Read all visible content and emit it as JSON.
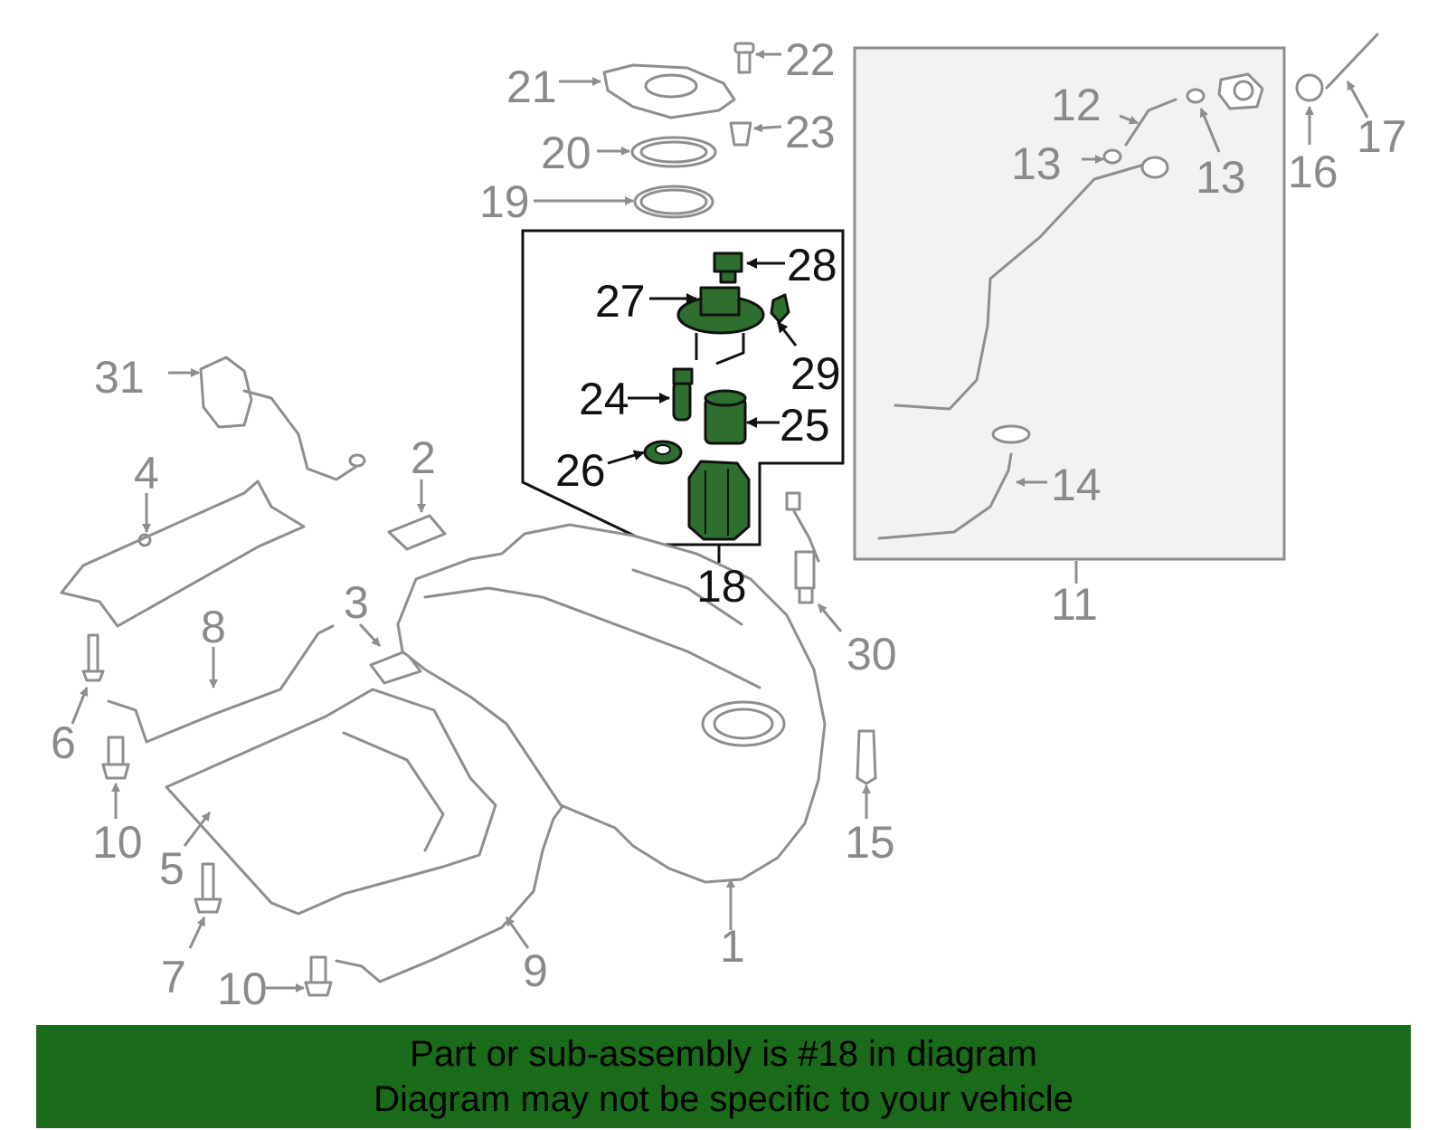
{
  "colors": {
    "highlight_green": "#2e6e2e",
    "banner_green": "#1a6b1a",
    "part_gray": "#8e8e8e",
    "subpanel_fill": "#f2f2f2"
  },
  "callouts": {
    "c1": "1",
    "c2": "2",
    "c3": "3",
    "c4": "4",
    "c5": "5",
    "c6": "6",
    "c7": "7",
    "c8": "8",
    "c9": "9",
    "c10a": "10",
    "c10b": "10",
    "c11": "11",
    "c12": "12",
    "c13a": "13",
    "c13b": "13",
    "c14": "14",
    "c15": "15",
    "c16": "16",
    "c17": "17",
    "c18": "18",
    "c19": "19",
    "c20": "20",
    "c21": "21",
    "c22": "22",
    "c23": "23",
    "c24": "24",
    "c25": "25",
    "c26": "26",
    "c27": "27",
    "c28": "28",
    "c29": "29",
    "c30": "30",
    "c31": "31"
  },
  "banner": {
    "line1": "Part or sub-assembly is #18 in diagram",
    "line2": "Diagram may not be specific to your vehicle"
  }
}
